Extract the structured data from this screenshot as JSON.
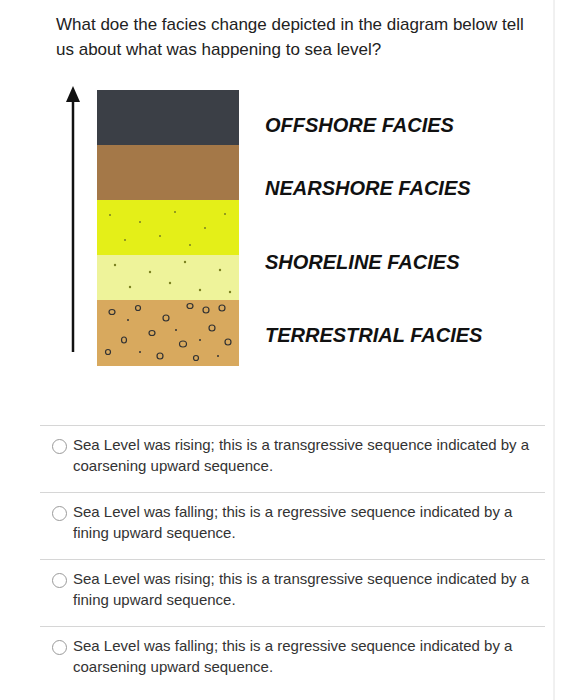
{
  "diagram": {
    "title": "What doe the facies change depicted in the diagram below tell us about what was happening to sea level?",
    "nodes": [
      {
        "text": [
          "OFFSHORE FACIES"
        ]
      },
      {
        "text": [
          "NEARSHORE FACIES"
        ]
      },
      {
        "text": [
          "SHORELINE FACIES"
        ]
      },
      {
        "text": [
          "TERRESTRIAL FACIES"
        ]
      }
    ],
    "labels": [
      "Sea Level was rising; this is a transgressive sequence indicated by a coarsening upward sequence.",
      "Sea Level was falling; this is a regressive sequence indicated by a fining upward sequence.",
      "Sea Level was rising; this is a transgressive sequence indicated by a fining upward sequence.",
      "Sea Level was falling; this is a regressive sequence indicated by a coarsening upward sequence."
    ]
  }
}
